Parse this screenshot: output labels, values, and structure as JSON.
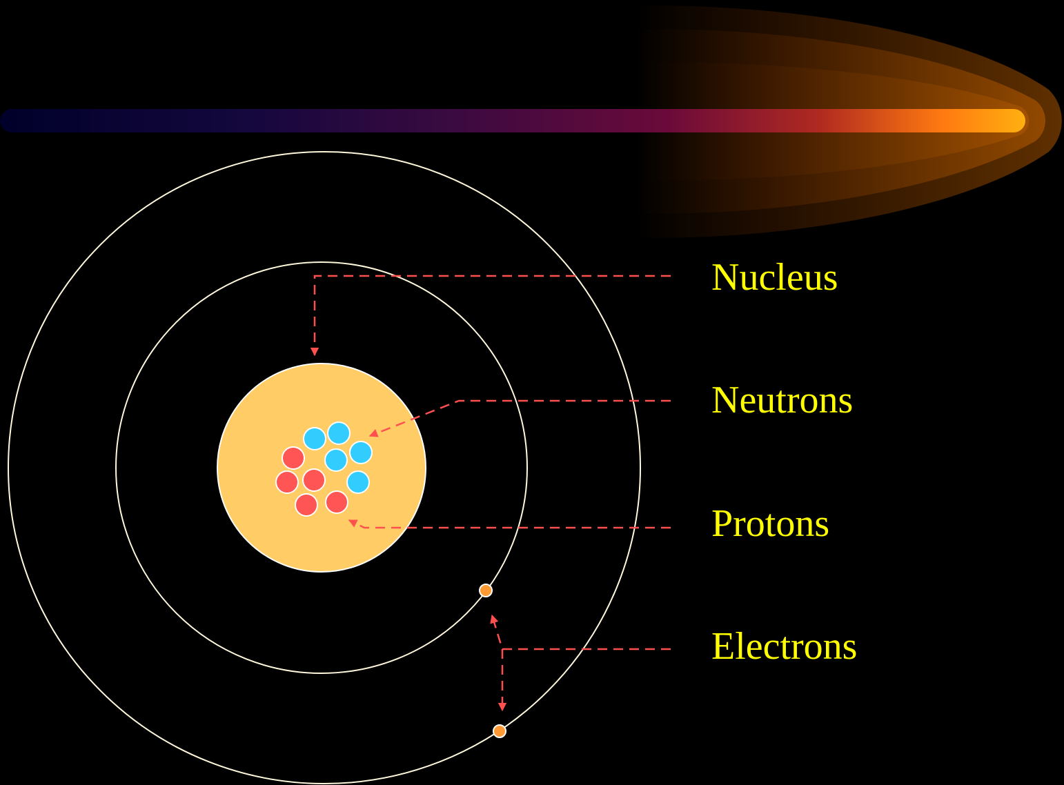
{
  "labels": {
    "nucleus": "Nucleus",
    "neutrons": "Neutrons",
    "protons": "Protons",
    "electrons": "Electrons"
  },
  "colors": {
    "background": "#000000",
    "label_text": "#ffff00",
    "orbit": "#fff8dc",
    "nucleus_fill": "#ffcc66",
    "neutron": "#33ccff",
    "proton": "#ff5555",
    "electron": "#ff9933",
    "leader_line": "#ff5050"
  },
  "icons": {
    "decoration": "comet-streak-icon"
  }
}
